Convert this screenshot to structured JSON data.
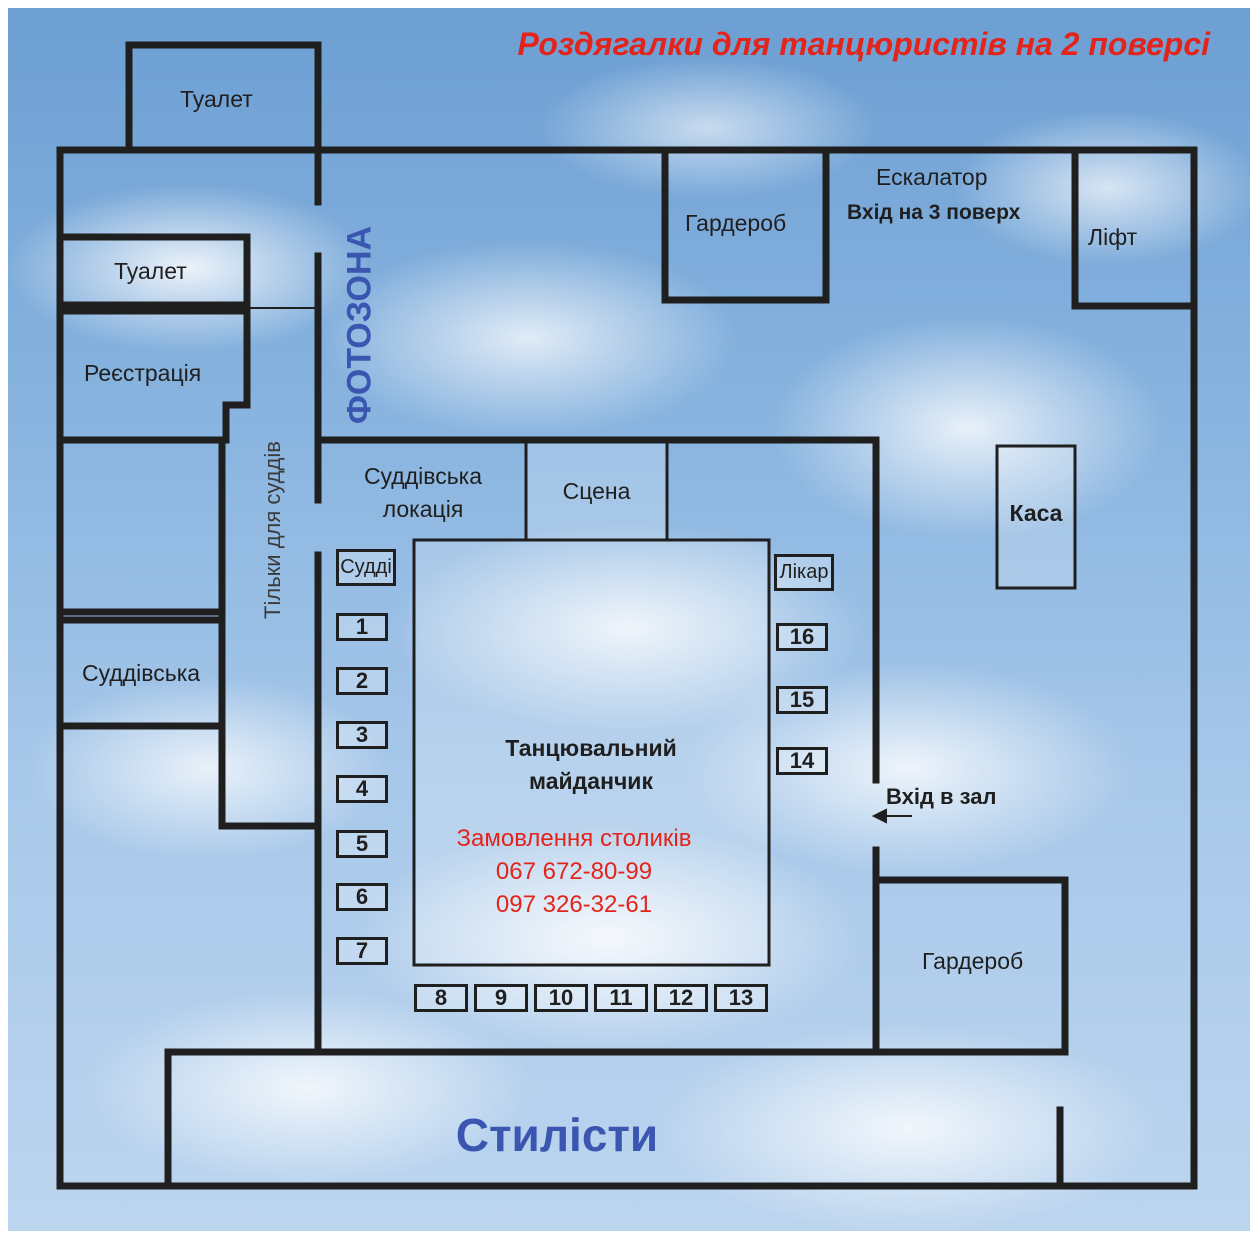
{
  "title": "Роздягалки для танцюристів на 2 поверсі",
  "rooms": {
    "toilet_top": "Туалет",
    "toilet_left": "Туалет",
    "registration": "Реєстрація",
    "judges_room": "Суддівська",
    "wardrobe_top": "Гардероб",
    "escalator": "Ескалатор",
    "entrance_third_floor": "Вхід на 3 поверх",
    "lift": "Ліфт",
    "judges_location_line1": "Суддівська",
    "judges_location_line2": "локація",
    "stage": "Сцена",
    "cashier": "Каса",
    "wardrobe_bottom": "Гардероб",
    "hall_entrance": "Вхід в зал",
    "stylists": "Стилісти"
  },
  "corridor": {
    "photozone": "ФОТОЗОНА",
    "judges_only": "Тільки для суддів"
  },
  "dance_floor": {
    "line1": "Танцювальний",
    "line2": "майданчик",
    "table_booking": "Замовлення столиків",
    "phone1": "067 672-80-99",
    "phone2": "097 326-32-61"
  },
  "judges_box": "Судді",
  "doctor_box": "Лікар",
  "tables": {
    "left": [
      "1",
      "2",
      "3",
      "4",
      "5",
      "6",
      "7"
    ],
    "bottom": [
      "8",
      "9",
      "10",
      "11",
      "12",
      "13"
    ],
    "right": [
      "16",
      "15",
      "14"
    ]
  },
  "colors": {
    "walls": "#1f1f1f",
    "title": "#e3241b",
    "accent_blue": "#3a56b0",
    "phones": "#e3241b"
  }
}
